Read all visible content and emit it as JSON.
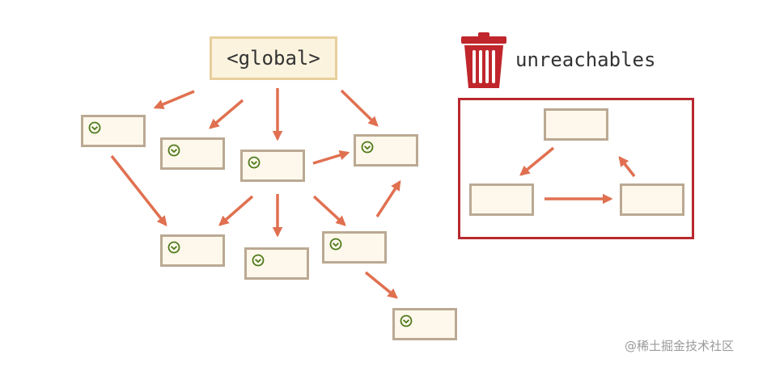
{
  "diagram": {
    "global_label": "<global>",
    "unreachables_label": "unreachables",
    "watermark": "@稀土掘金技术社区",
    "icons": {
      "reachable_marker": "check-circle-icon",
      "trash": "trash-can-icon"
    },
    "colors": {
      "arrow": "#e07050",
      "object_fill": "#fdf8eb",
      "object_border": "#bba993",
      "global_fill": "#fcf3de",
      "global_border": "#e7cf9c",
      "unreachable_border": "#b8282e",
      "marker": "#4f7a1c",
      "trash": "#c0262c"
    }
  }
}
